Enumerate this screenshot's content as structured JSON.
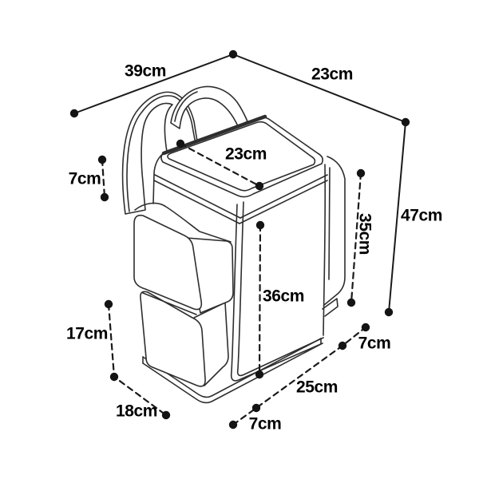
{
  "diagram": {
    "type": "product-dimension-diagram",
    "subject": "isometric backpack line drawing with measurement callouts",
    "unit": "cm",
    "colors": {
      "line": "#2e2e2e",
      "dimension_line": "#1a1a1a",
      "dot": "#141414",
      "text": "#000000",
      "background": "#ffffff"
    },
    "dimensions": {
      "top_width": "39cm",
      "top_depth": "23cm",
      "overall_height": "47cm",
      "body_side_height": "35cm",
      "lid_top_depth": "23cm",
      "strap_section": "7cm",
      "front_panel_height": "36cm",
      "lower_pocket_height": "17cm",
      "base_side_depth": "18cm",
      "base_front_left": "7cm",
      "base_front_width": "25cm",
      "base_front_right": "7cm"
    }
  }
}
